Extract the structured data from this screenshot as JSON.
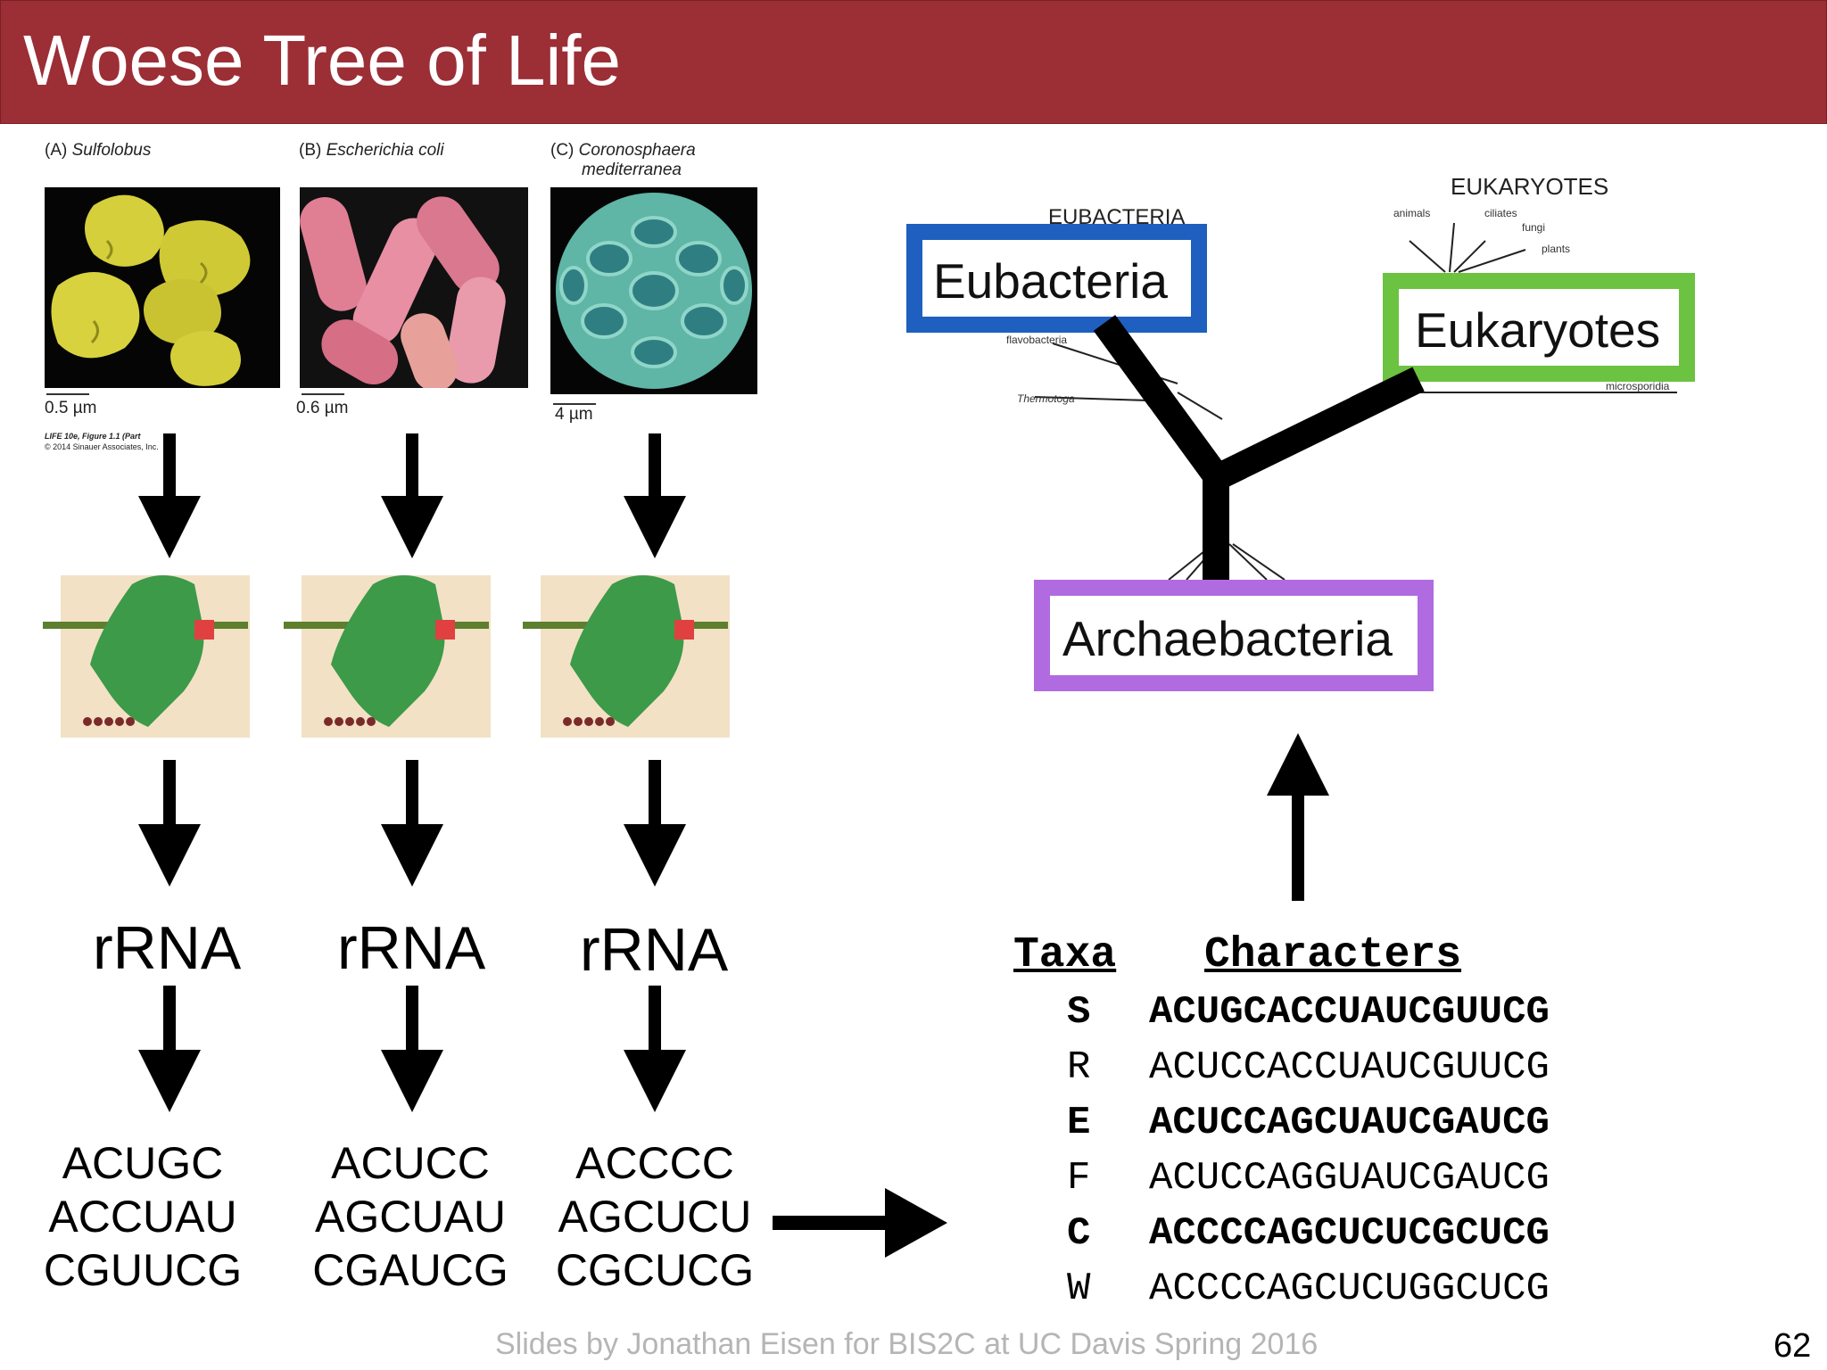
{
  "slide": {
    "title": "Woese Tree of Life",
    "footer": "Slides by Jonathan Eisen for BIS2C at UC Davis Spring 2016",
    "page_number": "62"
  },
  "organisms": [
    {
      "letter": "(A)",
      "name": "Sulfolobus",
      "scale": "0.5 µm",
      "rrna_label": "rRNA",
      "seq_lines": [
        "ACUGC",
        "ACCUAU",
        "CGUUCG"
      ]
    },
    {
      "letter": "(B)",
      "name": "Escherichia coli",
      "scale": "0.6 µm",
      "rrna_label": "rRNA",
      "seq_lines": [
        "ACUCC",
        "AGCUAU",
        "CGAUCG"
      ]
    },
    {
      "letter": "(C)",
      "name_line1": "Coronosphaera",
      "name_line2": "mediterranea",
      "scale": "4 µm",
      "rrna_label": "rRNA",
      "seq_lines": [
        "ACCCC",
        "AGCUCU",
        "CGCUCG"
      ]
    }
  ],
  "figure_credit": {
    "line1": "LIFE 10e, Figure 1.1 (Part",
    "line2": "© 2014 Sinauer Associates, Inc."
  },
  "tree": {
    "header": "EUKARYOTES",
    "obscured_header": "EUBACTERIA",
    "small_labels": [
      "animals",
      "ciliates",
      "fungi",
      "plants",
      "flavobacteria",
      "Thermotoga",
      "microsporidia"
    ],
    "boxes": {
      "eubacteria": {
        "label": "Eubacteria",
        "color": "#1f5fbf"
      },
      "eukaryotes": {
        "label": "Eukaryotes",
        "color": "#6cc241"
      },
      "archaebacteria": {
        "label": "Archaebacteria",
        "color": "#b16be0"
      }
    }
  },
  "alignment": {
    "header_taxa": "Taxa",
    "header_chars": "Characters",
    "rows": [
      {
        "taxon": "S",
        "sequence": "ACUGCACCUAUCGUUCG",
        "bold": true
      },
      {
        "taxon": "R",
        "sequence": "ACUCCACCUAUCGUUCG",
        "bold": false
      },
      {
        "taxon": "E",
        "sequence": "ACUCCAGCUAUCGAUCG",
        "bold": true
      },
      {
        "taxon": "F",
        "sequence": "ACUCCAGGUAUCGAUCG",
        "bold": false
      },
      {
        "taxon": "C",
        "sequence": "ACCCCAGCUCUCGCUCG",
        "bold": true
      },
      {
        "taxon": "W",
        "sequence": "ACCCCAGCUCUGGCUCG",
        "bold": false
      }
    ]
  },
  "colors": {
    "title_bar": "#9c2e36",
    "sulfolobus": "#d4cf3a",
    "ecoli": "#e7879b",
    "coccolith": "#5fb5a6"
  }
}
